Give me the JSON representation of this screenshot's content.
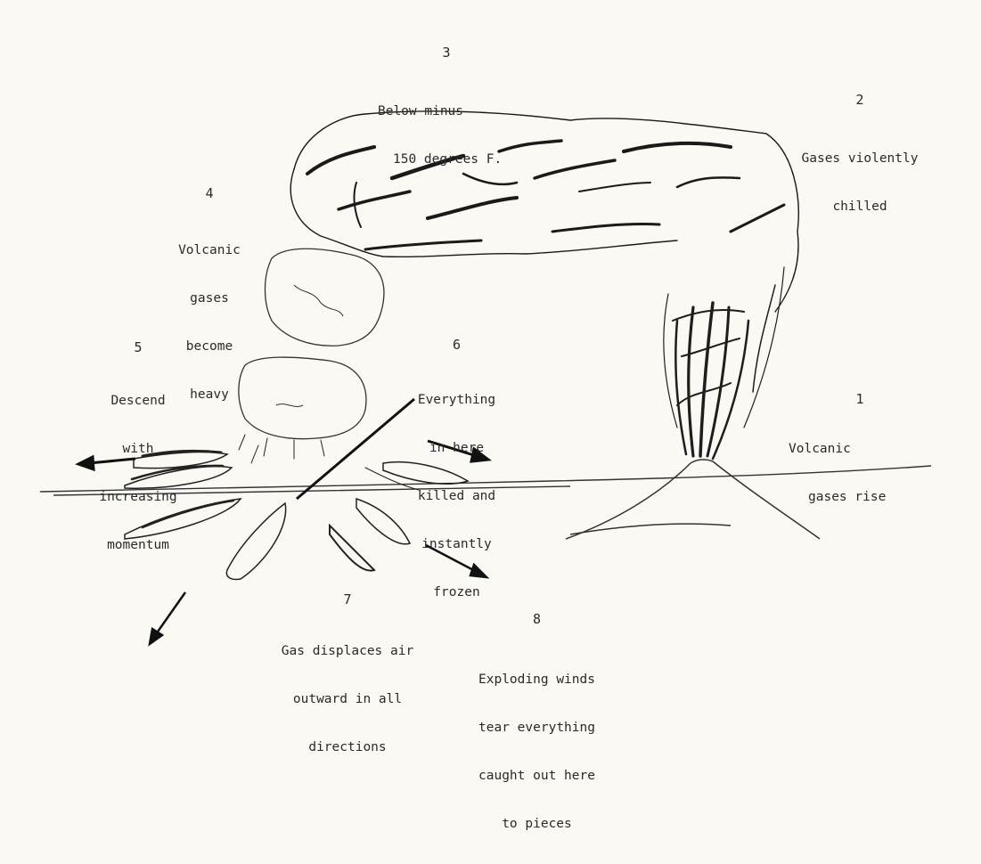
{
  "diagram": {
    "steps": [
      {
        "number": "1",
        "lines": [
          "Volcanic",
          "gases rise"
        ]
      },
      {
        "number": "2",
        "lines": [
          "Gases violently",
          "chilled"
        ]
      },
      {
        "number": "3",
        "lines": [
          "Below minus",
          "150 degrees F."
        ]
      },
      {
        "number": "4",
        "lines": [
          "Volcanic",
          "gases",
          "become",
          "heavy"
        ]
      },
      {
        "number": "5",
        "lines": [
          "Descend",
          "with",
          "increasing",
          "momentum"
        ]
      },
      {
        "number": "6",
        "lines": [
          "Everything",
          "in here",
          "killed and",
          "instantly",
          "frozen"
        ]
      },
      {
        "number": "7",
        "lines": [
          "Gas displaces air",
          "outward in all",
          "directions"
        ]
      },
      {
        "number": "8",
        "lines": [
          "Exploding winds",
          "tear everything",
          "caught out here",
          "to pieces"
        ]
      }
    ]
  }
}
